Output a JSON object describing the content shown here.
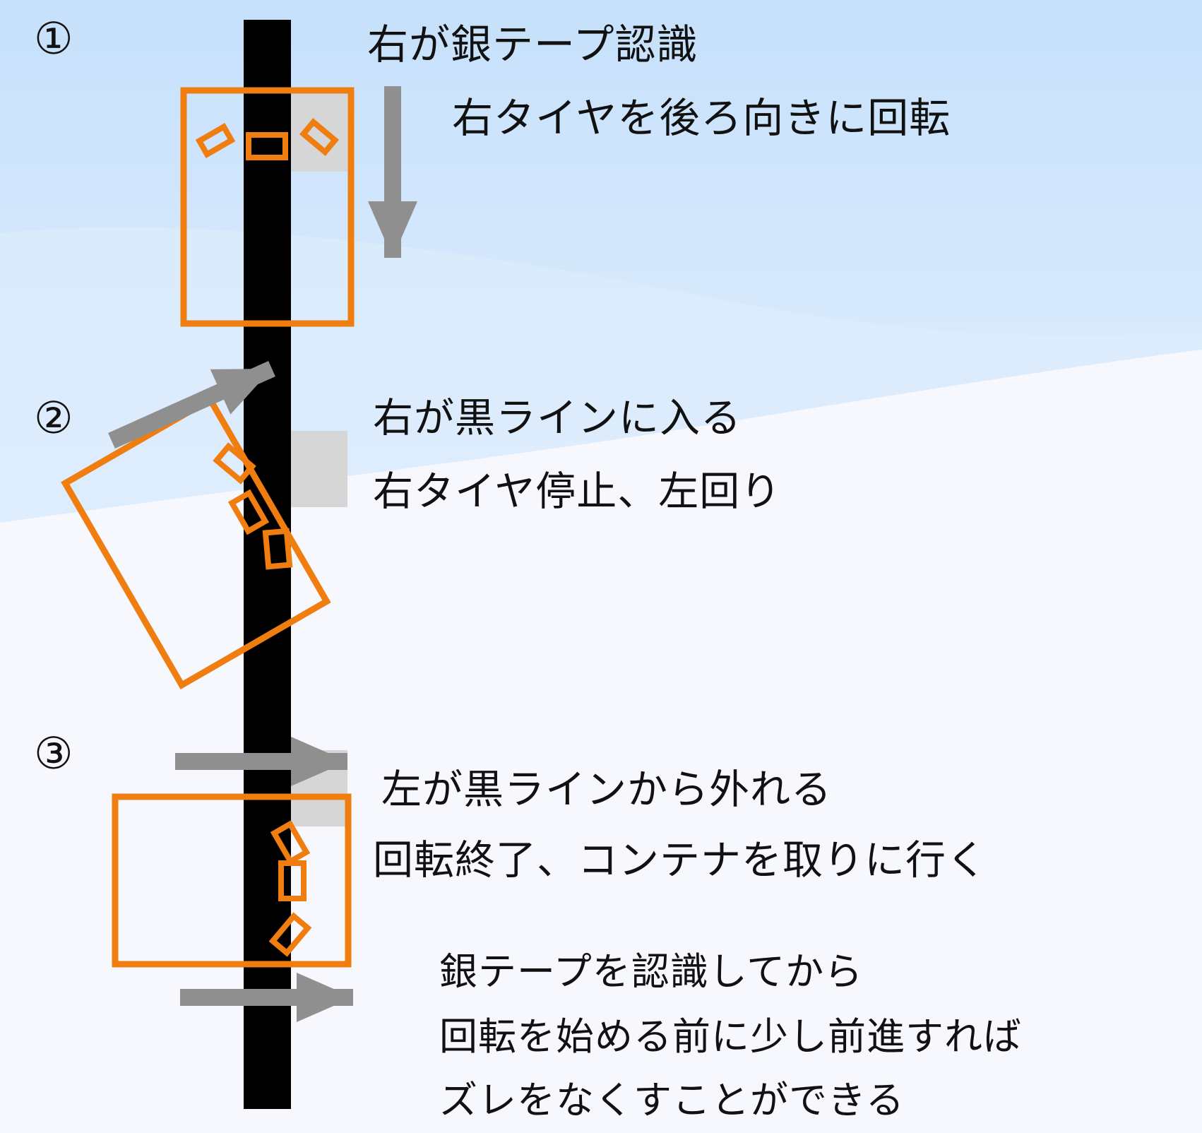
{
  "steps": [
    {
      "number": "①",
      "line1": "右が銀テープ認識",
      "line2": "右タイヤを後ろ向きに回転"
    },
    {
      "number": "②",
      "line1": "右が黒ラインに入る",
      "line2": "右タイヤ停止、左回り"
    },
    {
      "number": "③",
      "line1": "左が黒ラインから外れる",
      "line2": "回転終了、コンテナを取りに行く"
    }
  ],
  "note": {
    "line1": "銀テープを認識してから",
    "line2": "回転を始める前に少し前進すれば",
    "line3": "ズレをなくすことができる"
  },
  "colors": {
    "robot_outline": "#f07d10",
    "black_line": "#000000",
    "arrow": "#8f8f8f",
    "silver_tape": "#d6d6d6",
    "sky": "#c9e3fb"
  }
}
